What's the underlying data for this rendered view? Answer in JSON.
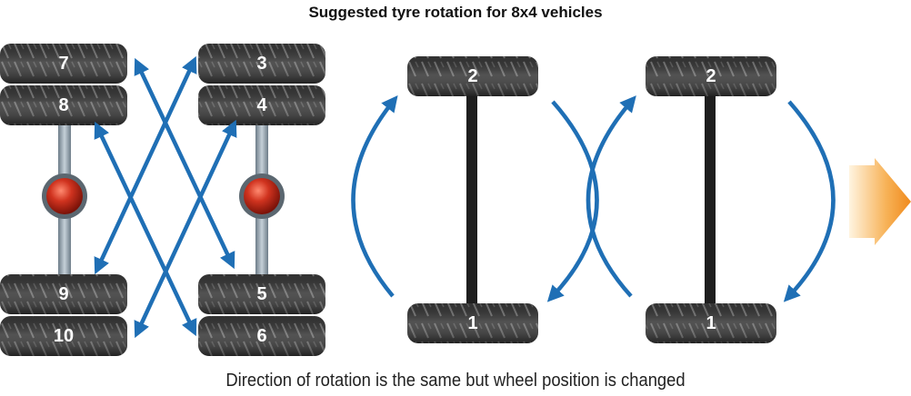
{
  "title": "Suggested tyre rotation for 8x4 vehicles",
  "caption": "Direction of rotation is the same but wheel position is changed",
  "colors": {
    "arrow": "#1f6fb5",
    "tyre": "#2e2e2e",
    "axle": "#8a9aa6",
    "hub": "#c8281e",
    "next_arrow": "#f39a2c"
  },
  "left_diagram": {
    "tyres": [
      {
        "label": "7"
      },
      {
        "label": "8"
      },
      {
        "label": "9"
      },
      {
        "label": "10"
      },
      {
        "label": "3"
      },
      {
        "label": "4"
      },
      {
        "label": "5"
      },
      {
        "label": "6"
      }
    ]
  },
  "right_diagram": {
    "axle_a": {
      "top_label": "2",
      "bottom_label": "1"
    },
    "axle_b": {
      "top_label": "2",
      "bottom_label": "1"
    }
  },
  "icons": [
    "rotation-arrow-icon",
    "next-step-arrow-icon"
  ]
}
